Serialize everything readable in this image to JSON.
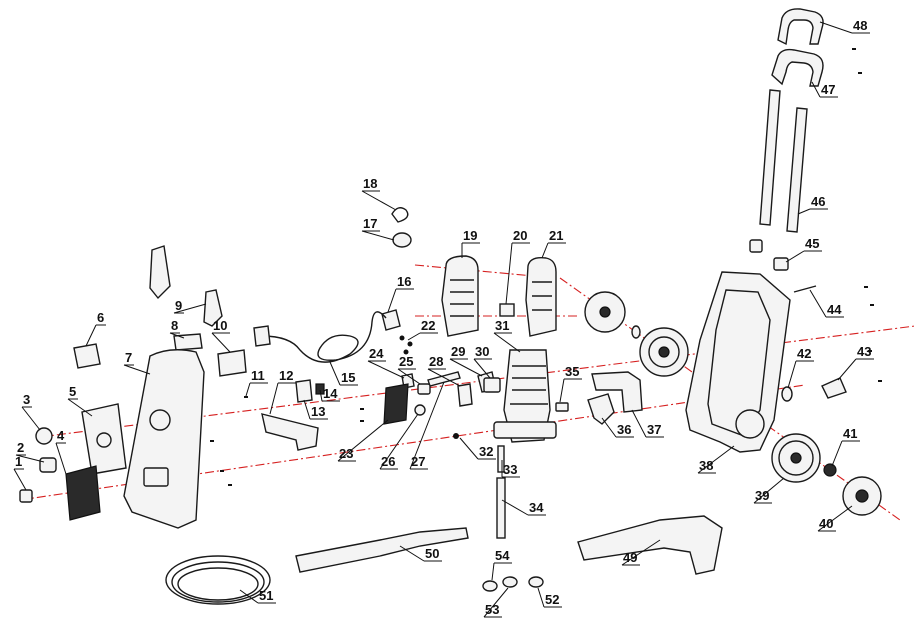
{
  "diagram": {
    "colors": {
      "line": "#1a1a1a",
      "axis": "#d62020",
      "background": "#ffffff"
    },
    "callouts": [
      "1",
      "2",
      "3",
      "4",
      "5",
      "6",
      "7",
      "8",
      "9",
      "10",
      "11",
      "12",
      "13",
      "14",
      "15",
      "16",
      "17",
      "18",
      "19",
      "20",
      "21",
      "22",
      "23",
      "24",
      "25",
      "26",
      "27",
      "28",
      "29",
      "30",
      "31",
      "32",
      "33",
      "34",
      "35",
      "36",
      "37",
      "38",
      "39",
      "40",
      "41",
      "42",
      "43",
      "44",
      "45",
      "46",
      "47",
      "48",
      "49",
      "50",
      "51",
      "52",
      "53",
      "54"
    ]
  }
}
